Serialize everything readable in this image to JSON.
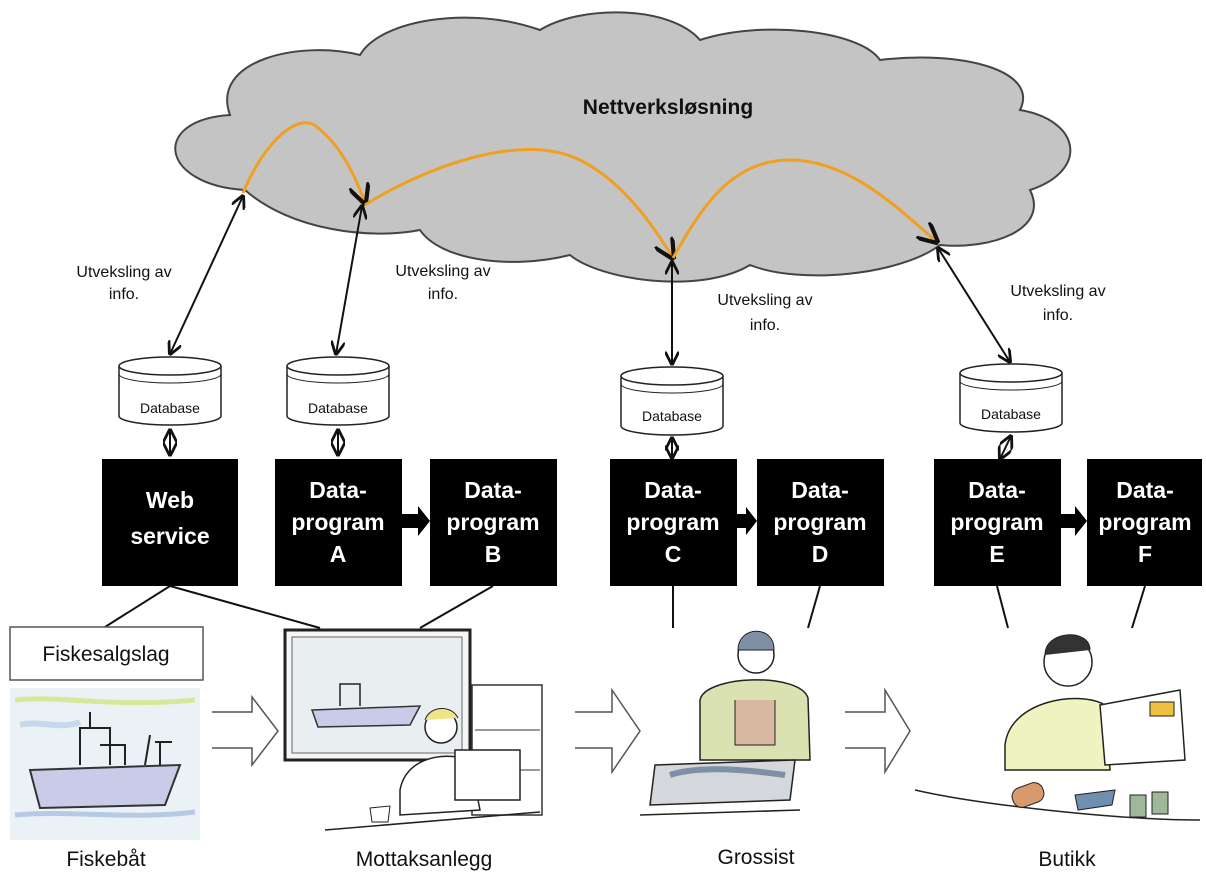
{
  "cloud": {
    "title": "Nettverksløsning"
  },
  "exchange_labels": [
    {
      "line1": "Utveksling av",
      "line2": "info."
    },
    {
      "line1": "Utveksling av",
      "line2": "info."
    },
    {
      "line1": "Utveksling av",
      "line2": "info."
    },
    {
      "line1": "Utveksling av",
      "line2": "info."
    }
  ],
  "databases": [
    "Database",
    "Database",
    "Database",
    "Database"
  ],
  "programs": [
    {
      "line1": "Web",
      "line2": "service",
      "line3": ""
    },
    {
      "line1": "Data-",
      "line2": "program",
      "line3": "A"
    },
    {
      "line1": "Data-",
      "line2": "program",
      "line3": "B"
    },
    {
      "line1": "Data-",
      "line2": "program",
      "line3": "C"
    },
    {
      "line1": "Data-",
      "line2": "program",
      "line3": "D"
    },
    {
      "line1": "Data-",
      "line2": "program",
      "line3": "E"
    },
    {
      "line1": "Data-",
      "line2": "program",
      "line3": "F"
    }
  ],
  "fiskesalgslag": "Fiskesalgslag",
  "locations": [
    "Fiskebåt",
    "Mottaksanlegg",
    "Grossist",
    "Butikk"
  ],
  "colors": {
    "cloud": "#c4c4c4",
    "cloud_stroke": "#444444",
    "arrow_orange": "#f0a020",
    "box": "#000000"
  }
}
